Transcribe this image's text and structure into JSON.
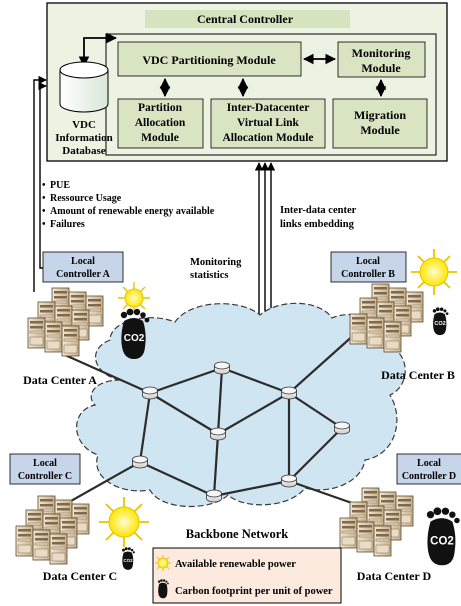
{
  "controller": {
    "title": "Central Controller",
    "vdc_partitioning": "VDC Partitioning Module",
    "monitoring": [
      "Monitoring",
      "Module"
    ],
    "partition_alloc": [
      "Partition",
      "Allocation",
      "Module"
    ],
    "inter_dc": [
      "Inter-Datacenter",
      "Virtual Link",
      "Allocation Module"
    ],
    "migration": [
      "Migration",
      "Module"
    ],
    "database": [
      "VDC",
      "Information",
      "Database"
    ]
  },
  "info_list": [
    "PUE",
    "Ressource Usage",
    "Amount of renewable energy available",
    "Failures"
  ],
  "links_embedding": [
    "Inter-data center",
    "links embedding"
  ],
  "monitoring_stats": [
    "Monitoring",
    "statistics"
  ],
  "local_controllers": {
    "a": [
      "Local",
      "Controller A"
    ],
    "b": [
      "Local",
      "Controller B"
    ],
    "c": [
      "Local",
      "Controller C"
    ],
    "d": [
      "Local",
      "Controller D"
    ]
  },
  "data_centers": {
    "a": "Data Center A",
    "b": "Data Center B",
    "c": "Data Center C",
    "d": "Data Center D"
  },
  "co2_label": "CO2",
  "backbone": "Backbone Network",
  "legend": {
    "renewable": "Available renewable power",
    "carbon": "Carbon footprint per unit of power"
  },
  "colors": {
    "controller_bg": "#edf3e3",
    "module_fill": "#d9e4c3",
    "local_ctrl": "#c6d5ea",
    "cloud": "#cfe5f1",
    "legend_bg": "#fbeadd",
    "sun": "#ffee00"
  }
}
